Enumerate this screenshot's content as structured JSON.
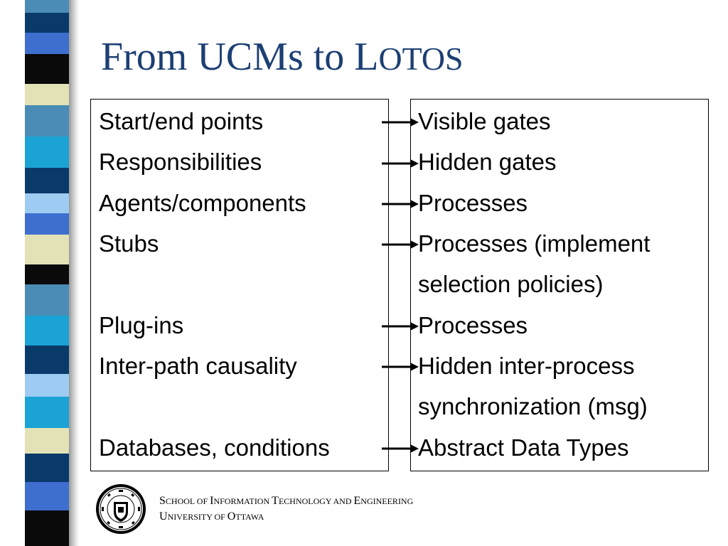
{
  "slide": {
    "title_main": "From UCMs to L",
    "title_smallcaps": "OTOS"
  },
  "mapping": {
    "left": [
      "Start/end points",
      "Responsibilities",
      "Agents/components",
      "Stubs",
      "",
      "Plug-ins",
      "Inter-path causality",
      "",
      "Databases, conditions"
    ],
    "right": [
      "Visible gates",
      "Hidden gates",
      "Processes",
      "Processes (implement",
      "selection policies)",
      "Processes",
      "Hidden inter-process",
      "synchronization (msg)",
      "Abstract Data Types"
    ]
  },
  "footer": {
    "school": {
      "S": "S",
      "chool": "CHOOL",
      "of": " OF ",
      "I": "I",
      "nformation": "NFORMATION",
      "sp1": " ",
      "T": "T",
      "echnology": "ECHNOLOGY",
      "and": " AND ",
      "E": "E",
      "ngineering": "NGINEERING"
    },
    "university": {
      "U": "U",
      "niversity": "NIVERSITY",
      "of": " OF ",
      "O": "O",
      "ttawa": "TTAWA"
    }
  },
  "colors": {
    "title": "#1c3f73",
    "stripes": [
      "#4a8cb5",
      "#0a3a6a",
      "#3e6fcf",
      "#0a0a0a",
      "#e2e2b6",
      "#4a8cb5",
      "#1aa3d4",
      "#0a3a6a",
      "#9ecbf2",
      "#3e6fcf",
      "#e2e2b6",
      "#0a0a0a",
      "#4a8cb5",
      "#1aa3d4",
      "#0a3a6a",
      "#9ecbf2",
      "#1aa3d4",
      "#e2e2b6",
      "#0a3a6a",
      "#3e6fcf",
      "#0a0a0a"
    ]
  }
}
